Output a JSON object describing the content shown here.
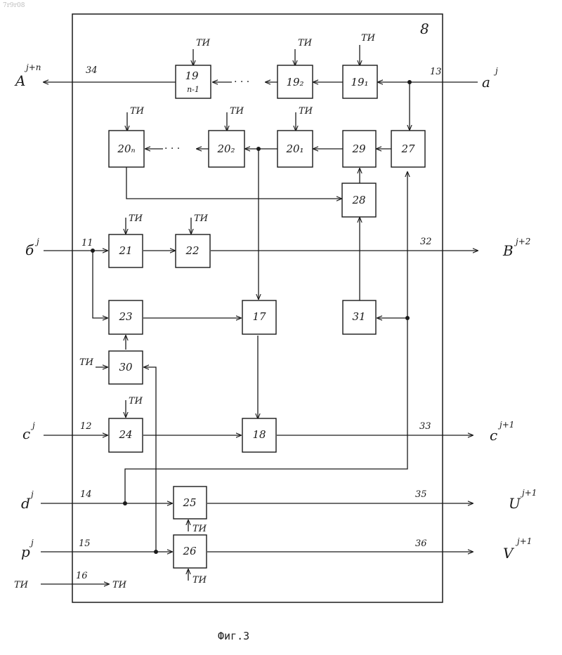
{
  "corner_mark": "7r9r08",
  "frame_label": "8",
  "caption": "Фиг.3",
  "clock": "ТИ",
  "blocks": {
    "b19_1": "19₁",
    "b19_2": "19₂",
    "b19_n1": "19",
    "b19_n1_sub": "n-1",
    "b20_n": "20ₙ",
    "b20_2": "20₂",
    "b20_1": "20₁",
    "b29": "29",
    "b27": "27",
    "b28": "28",
    "b21": "21",
    "b22": "22",
    "b23": "23",
    "b17": "17",
    "b31": "31",
    "b30": "30",
    "b24": "24",
    "b18": "18",
    "b25": "25",
    "b26": "26"
  },
  "ports": {
    "p34": "34",
    "p13": "13",
    "p11": "11",
    "p32": "32",
    "p12": "12",
    "p33": "33",
    "p14": "14",
    "p35": "35",
    "p15": "15",
    "p36": "36",
    "p16": "16"
  },
  "signals": {
    "a_in": "a",
    "a_in_sup": "j",
    "A_out": "A",
    "A_out_sup": "j+n",
    "b_in": "б",
    "b_in_sup": "j",
    "B_out": "B",
    "B_out_sup": "j+2",
    "c_in": "c",
    "c_in_sup": "j",
    "C_out": "c",
    "C_out_sup": "j+1",
    "d_in": "d",
    "d_in_sup": "j",
    "U_out": "U",
    "U_out_sup": "j+1",
    "p_in": "p",
    "p_in_sup": "j",
    "V_out": "V",
    "V_out_sup": "j+1"
  },
  "dots": "· · ·"
}
